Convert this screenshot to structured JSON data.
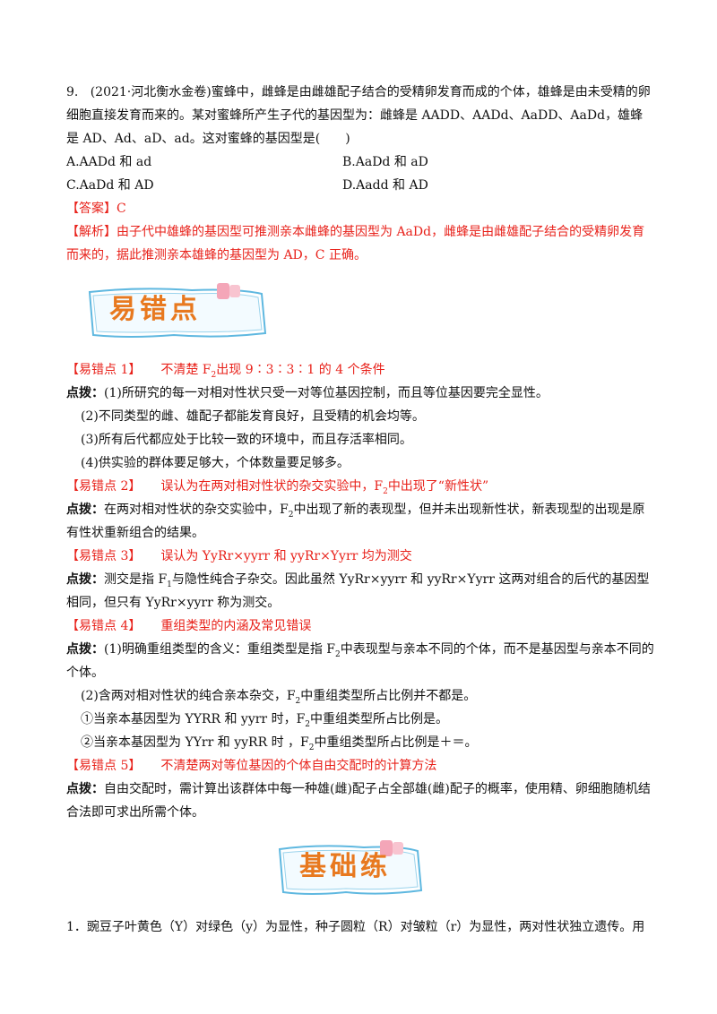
{
  "question": {
    "num": "9.",
    "text": "(2021·河北衡水金卷)蜜蜂中，雌蜂是由雌雄配子结合的受精卵发育而成的个体，雄蜂是由未受精的卵细胞直接发育而来的。某对蜜蜂所产生子代的基因型为：雌蜂是 AADD、AADd、AaDD、AaDd，雄蜂是 AD、Ad、aD、ad。这对蜜蜂的基因型是(　　)",
    "options": [
      "A.AADd 和 ad",
      "B.AaDd 和 aD",
      "C.AaDd 和 AD",
      "D.Aadd 和 AD"
    ],
    "answer_label": "【答案】",
    "answer": "C",
    "analysis_label": "【解析】",
    "analysis": "由子代中雄蜂的基因型可推测亲本雌蜂的基因型为 AaDd，雌蜂是由雌雄配子结合的受精卵发育而来的，据此推测亲本雄蜂的基因型为 AD，C 正确。"
  },
  "banner1": "易错点",
  "points": [
    {
      "tag": "【易错点 1】",
      "title_a": "不清楚 F",
      "title_sub": "2",
      "title_b": "出现 9∶3∶3∶1 的 4 个条件",
      "tip_label": "点拨：",
      "lines": [
        "(1)所研究的每一对相对性状只受一对等位基因控制，而且等位基因要完全显性。",
        "(2)不同类型的雌、雄配子都能发育良好，且受精的机会均等。",
        "(3)所有后代都应处于比较一致的环境中，而且存活率相同。",
        "(4)供实验的群体要足够大，个体数量要足够多。"
      ]
    },
    {
      "tag": "【易错点 2】",
      "title_a": "误认为在两对相对性状的杂交实验中，F",
      "title_sub": "2",
      "title_b": "中出现了“新性状”",
      "tip_label": "点拨：",
      "text_a": "在两对相对性状的杂交实验中，F",
      "text_sub": "2",
      "text_b": "中出现了新的表现型，但并未出现新性状，新表现型的出现是原有性状重新组合的结果。"
    },
    {
      "tag": "【易错点 3】",
      "title": "误认为 YyRr×yyrr 和 yyRr×Yyrr 均为测交",
      "tip_label": "点拨：",
      "text_a": "测交是指 F",
      "text_sub": "1",
      "text_b": "与隐性纯合子杂交。因此虽然 YyRr×yyrr 和 yyRr×Yyrr 这两对组合的后代的基因型相同，但只有 YyRr×yyrr 称为测交。"
    },
    {
      "tag": "【易错点 4】",
      "title": "重组类型的内涵及常见错误",
      "tip_label": "点拨：",
      "l1_a": "(1)明确重组类型的含义：重组类型是指 F",
      "l1_sub": "2",
      "l1_b": "中表现型与亲本不同的个体，而不是基因型与亲本不同的个体。",
      "l2_a": "(2)含两对相对性状的纯合亲本杂交，F",
      "l2_sub": "2",
      "l2_b": "中重组类型所占比例并不都是。",
      "l3_a": "①当亲本基因型为 YYRR 和 yyrr 时，F",
      "l3_sub": "2",
      "l3_b": "中重组类型所占比例是。",
      "l4_a": "②当亲本基因型为 YYrr 和 yyRR 时 ，F",
      "l4_sub": "2",
      "l4_b": "中重组类型所占比例是＋＝。"
    },
    {
      "tag": "【易错点 5】",
      "title": "不清楚两对等位基因的个体自由交配时的计算方法",
      "tip_label": "点拨：",
      "text": "自由交配时，需计算出该群体中每一种雄(雌)配子占全部雄(雌)配子的概率，使用精、卵细胞随机结合法即可求出所需个体。"
    }
  ],
  "banner2": "基础练",
  "q1": "1．豌豆子叶黄色（Y）对绿色（y）为显性，种子圆粒（R）对皱粒（r）为显性，两对性状独立遗传。用",
  "colors": {
    "accent_red": "#e8211a",
    "banner_orange": "#e8791f"
  }
}
